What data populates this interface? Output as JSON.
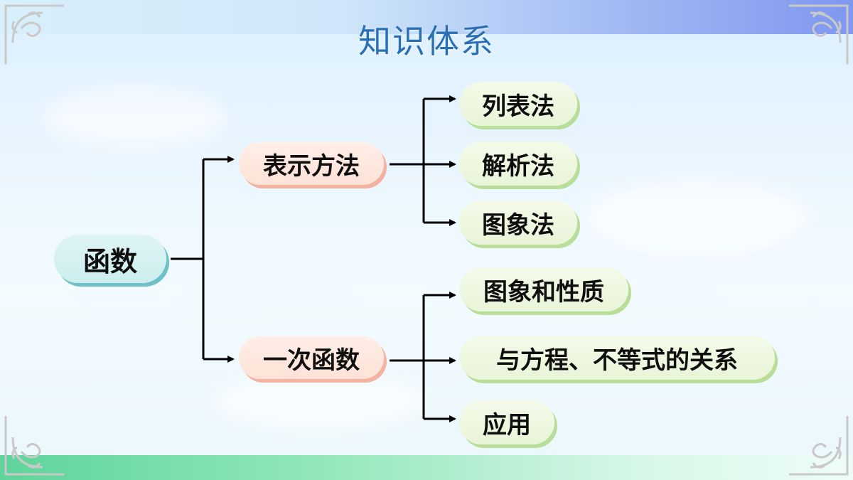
{
  "title": "知识体系",
  "root": {
    "label": "函数"
  },
  "branches": [
    {
      "label": "表示方法",
      "children": [
        {
          "label": "列表法"
        },
        {
          "label": "解析法"
        },
        {
          "label": "图象法"
        }
      ]
    },
    {
      "label": "一次函数",
      "children": [
        {
          "label": "图象和性质"
        },
        {
          "label": "与方程、不等式的关系"
        },
        {
          "label": "应用"
        }
      ]
    }
  ],
  "colors": {
    "title": "#2a6fb3",
    "root_fill": "#cdeeee",
    "root_shadow": "#6fc0c8",
    "branch_fill": "#fde2d7",
    "branch_shadow": "#f3b3a0",
    "leaf_fill": "#e9f4d8",
    "leaf_shadow": "#b8de9a",
    "connector": "#000000"
  }
}
